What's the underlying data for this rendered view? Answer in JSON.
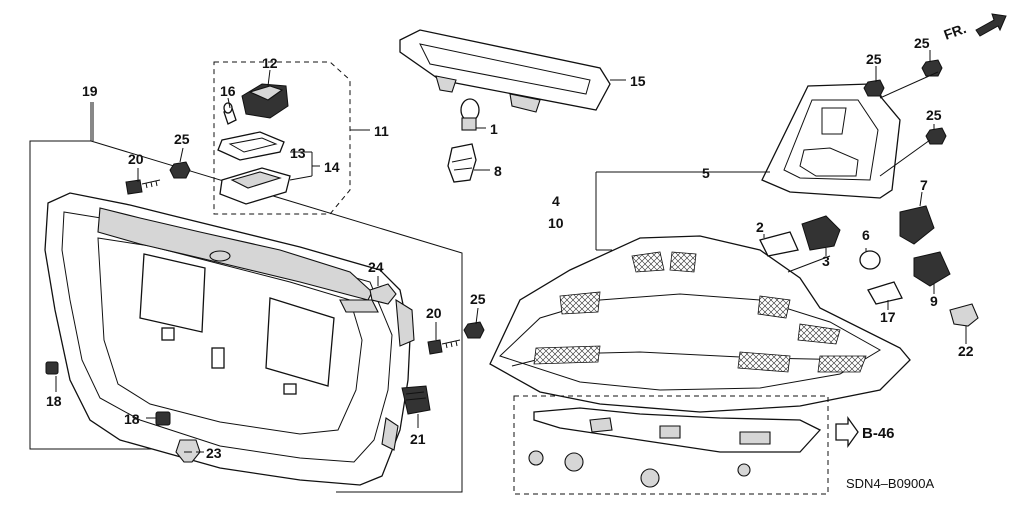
{
  "diagram": {
    "drawing_code": "SDN4–B0900A",
    "front_indicator": "FR.",
    "reference": "B-46",
    "callouts": {
      "c1": "1",
      "c2": "2",
      "c3": "3",
      "c4": "4",
      "c5": "5",
      "c6": "6",
      "c7": "7",
      "c8": "8",
      "c9": "9",
      "c10": "10",
      "c11": "11",
      "c12": "12",
      "c13": "13",
      "c14": "14",
      "c15": "15",
      "c16": "16",
      "c17": "17",
      "c18a": "18",
      "c18b": "18",
      "c19": "19",
      "c20a": "20",
      "c20b": "20",
      "c21": "21",
      "c22": "22",
      "c23": "23",
      "c24": "24",
      "c25a": "25",
      "c25b": "25",
      "c25c": "25",
      "c25d": "25",
      "c25e": "25"
    }
  }
}
